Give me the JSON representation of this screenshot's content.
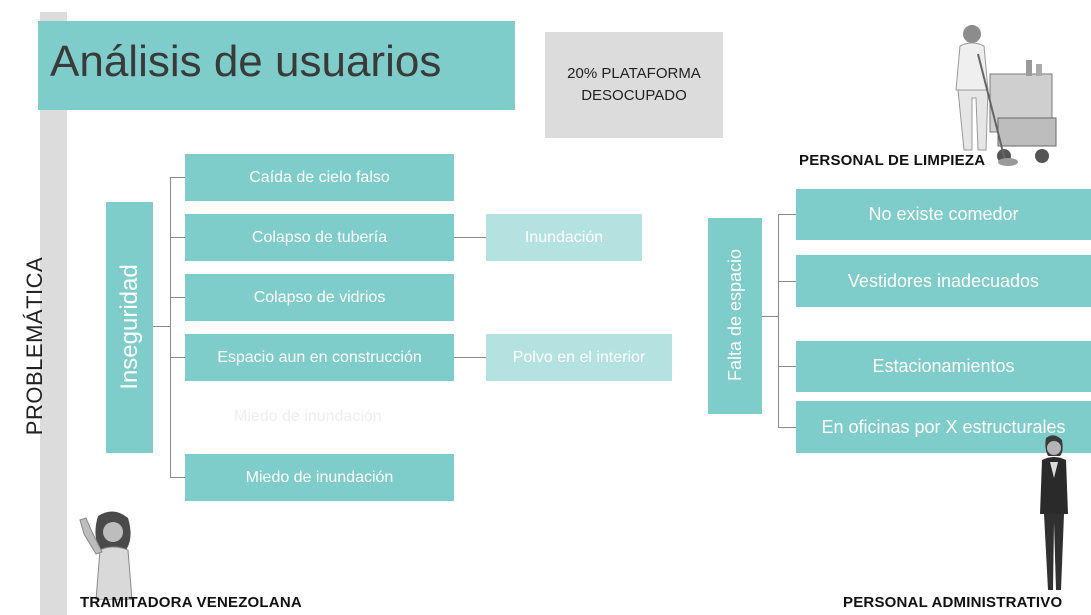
{
  "side_label": "PROBLEMÁTICA",
  "title": "Análisis de usuarios",
  "stat": {
    "line1": "20% PLATAFORMA",
    "line2": "DESOCUPADO"
  },
  "left_tree": {
    "root": "Inseguridad",
    "items": [
      "Caída de cielo falso",
      "Colapso de tubería",
      "Colapso de vidrios",
      "Espacio aun en construcción",
      "Miedo de inundación"
    ],
    "ghost_text": "Miedo de inundación",
    "sub_items": {
      "tuberia": "Inundación",
      "construccion": "Polvo en el interior"
    }
  },
  "right_tree": {
    "root": "Falta de espacio",
    "items": [
      "No existe comedor",
      "Vestidores inadecuados",
      "Estacionamientos",
      "En oficinas por X estructurales"
    ]
  },
  "captions": {
    "limpieza": "PERSONAL DE LIMPIEZA",
    "tramitadora": "TRAMITADORA VENEZOLANA",
    "administrativo": "PERSONAL ADMINISTRATIVO"
  },
  "colors": {
    "teal": "#7ecdca",
    "teal_light": "#b4e2e0",
    "gray_box": "#dcdcdc",
    "connector": "#8a8a8a"
  }
}
